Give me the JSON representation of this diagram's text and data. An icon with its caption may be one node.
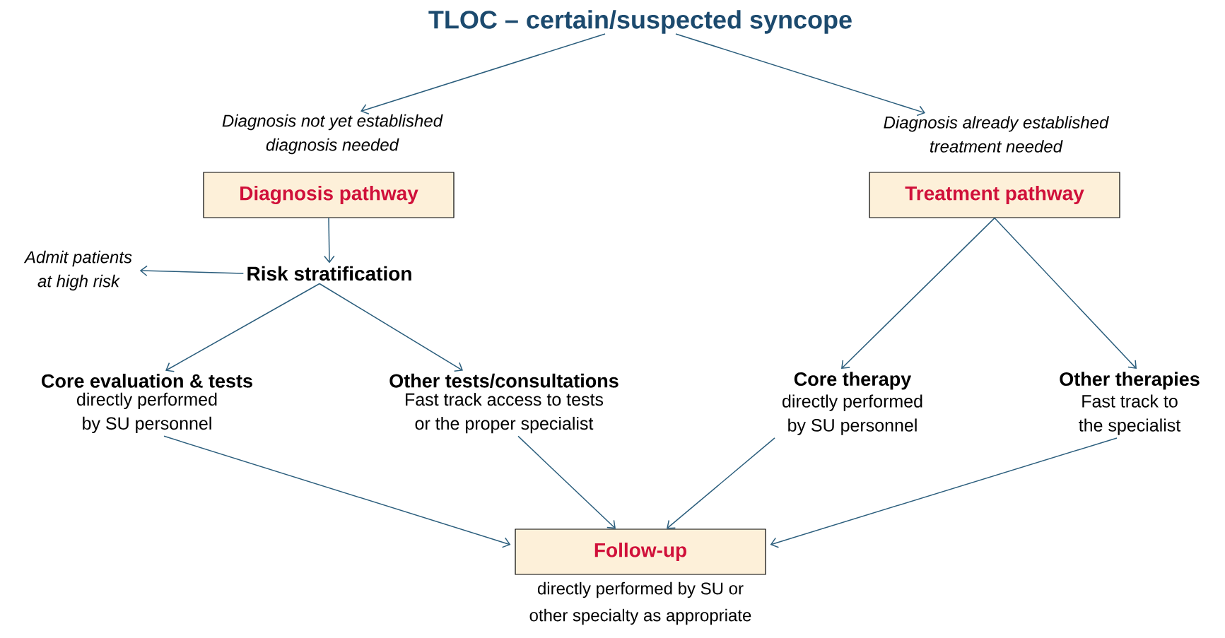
{
  "diagram": {
    "nodes": [
      {
        "text": [
          "TLOC – certain/suspected syncope"
        ]
      },
      {
        "text": [
          "Diagnosis not yet established diagnosis needed"
        ]
      },
      {
        "text": [
          "Diagnosis already established treatment needed"
        ]
      },
      {
        "text": [
          "Diagnosis pathway"
        ]
      },
      {
        "text": [
          "Treatment pathway"
        ]
      },
      {
        "text": [
          "Risk stratification"
        ]
      },
      {
        "text": [
          "Admit patients at high risk"
        ]
      },
      {
        "text": [
          "Core evaluation & tests",
          "directly performed by SU personnel"
        ]
      },
      {
        "text": [
          "Other tests/consultations",
          "Fast track access to tests or the proper specialist"
        ]
      },
      {
        "text": [
          "Core therapy",
          "directly performed by SU personnel"
        ]
      },
      {
        "text": [
          "Other therapies",
          "Fast track to the specialist"
        ]
      },
      {
        "text": [
          "Follow-up"
        ],
        "beside": [
          "directly performed by SU or other specialty as appropriate"
        ]
      }
    ],
    "edges": [
      {
        "from": 0,
        "to": 1,
        "arrow": "to"
      },
      {
        "from": 0,
        "to": 2,
        "arrow": "to"
      },
      {
        "from": 3,
        "to": 5,
        "arrow": "to"
      },
      {
        "from": 5,
        "to": 6,
        "arrow": "to"
      },
      {
        "from": 5,
        "to": 7,
        "arrow": "to"
      },
      {
        "from": 5,
        "to": 8,
        "arrow": "to"
      },
      {
        "from": 4,
        "to": 9,
        "arrow": "to"
      },
      {
        "from": 4,
        "to": 10,
        "arrow": "to"
      },
      {
        "from": 7,
        "to": 11,
        "arrow": "to"
      },
      {
        "from": 8,
        "to": 11,
        "arrow": "to"
      },
      {
        "from": 9,
        "to": 11,
        "arrow": "to"
      },
      {
        "from": 10,
        "to": 11,
        "arrow": "to"
      }
    ]
  }
}
